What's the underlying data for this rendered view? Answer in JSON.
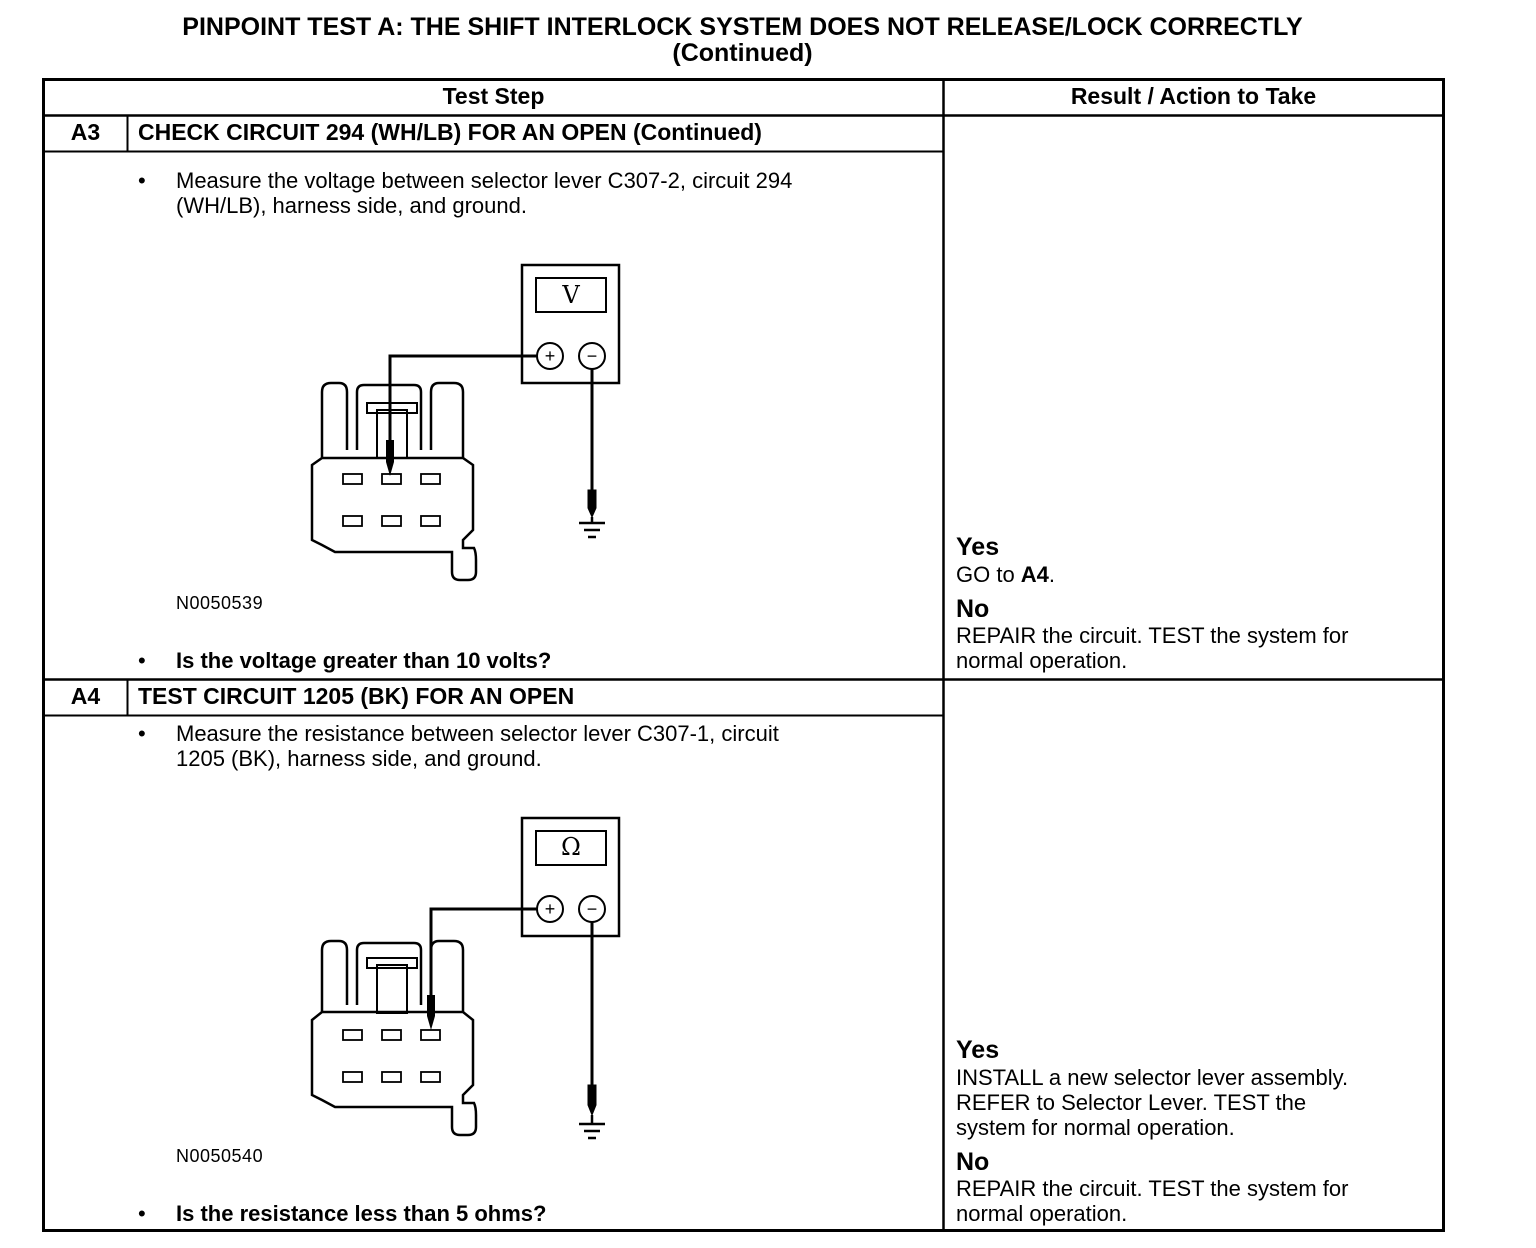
{
  "title": {
    "line1": "PINPOINT TEST  A: THE SHIFT INTERLOCK SYSTEM DOES NOT RELEASE/LOCK CORRECTLY",
    "line2": "(Continued)"
  },
  "table": {
    "headers": {
      "step": "Test Step",
      "result": "Result / Action to Take"
    },
    "steps": [
      {
        "id": "A3",
        "heading": "CHECK CIRCUIT 294 (WH/LB) FOR AN OPEN (Continued)",
        "instruction_line1": "Measure the voltage between selector lever C307-2, circuit 294",
        "instruction_line2": "(WH/LB), harness side, and ground.",
        "figure_id": "N0050539",
        "meter_symbol": "V",
        "question": "Is the voltage greater than 10 volts?",
        "yes_label": "Yes",
        "yes_prefix": "GO to ",
        "yes_target": "A4",
        "yes_suffix": ".",
        "no_label": "No",
        "no_line1": "REPAIR the circuit. TEST the system for",
        "no_line2": "normal operation."
      },
      {
        "id": "A4",
        "heading": "TEST CIRCUIT 1205 (BK) FOR AN OPEN",
        "instruction_line1": "Measure the resistance between selector lever C307-1, circuit",
        "instruction_line2": "1205 (BK), harness side, and ground.",
        "figure_id": "N0050540",
        "meter_symbol": "Ω",
        "question": "Is the resistance less than 5 ohms?",
        "yes_label": "Yes",
        "yes_line1": "INSTALL a new selector lever assembly.",
        "yes_line2": "REFER to Selector Lever. TEST the",
        "yes_line3": "system for normal operation.",
        "no_label": "No",
        "no_line1": "REPAIR the circuit. TEST the system for",
        "no_line2": "normal operation."
      }
    ]
  },
  "symbols": {
    "bullet": "•",
    "plus": "+",
    "minus": "−"
  }
}
